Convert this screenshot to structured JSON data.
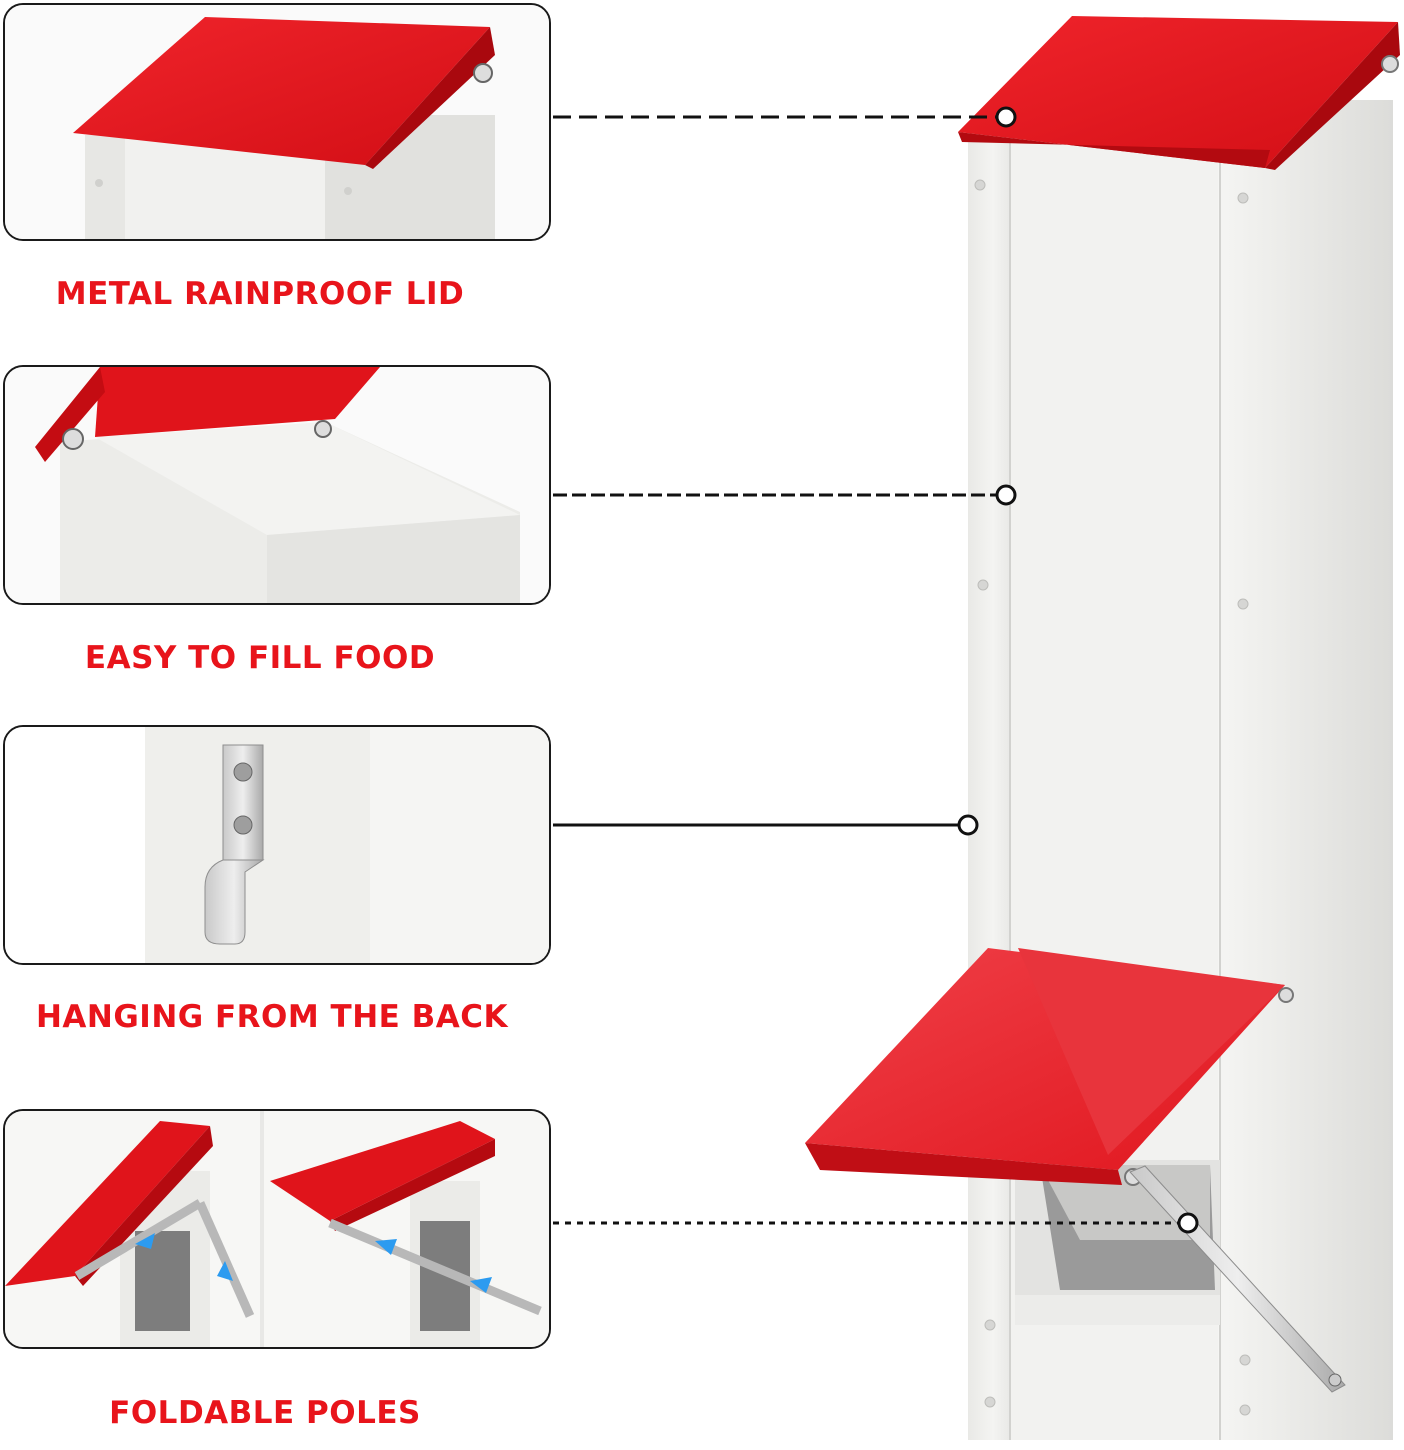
{
  "features": [
    {
      "label": "METAL RAINPROOF LID"
    },
    {
      "label": "EASY TO FILL FOOD"
    },
    {
      "label": "HANGING FROM THE BACK"
    },
    {
      "label": "FOLDABLE POLES"
    }
  ],
  "colors": {
    "lid_red": "#e8141b",
    "body_white": "#efefec",
    "caption_red": "#e8141b",
    "callout_line": "#111111"
  },
  "icons": [
    "callout-dot-icon",
    "screw-icon",
    "arrow-icon"
  ]
}
